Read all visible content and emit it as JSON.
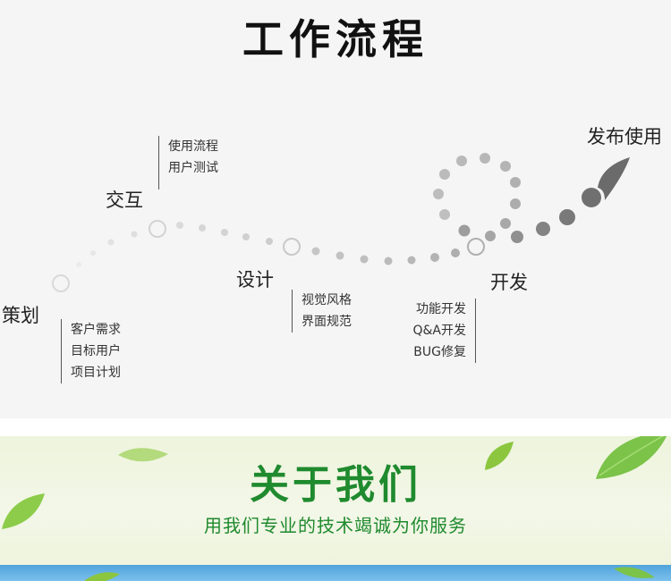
{
  "title": "工作流程",
  "stages": {
    "strategy": {
      "label": "策划",
      "items": [
        "客户需求",
        "目标用户",
        "项目计划"
      ]
    },
    "interaction": {
      "label": "交互",
      "items": [
        "使用流程",
        "用户测试"
      ]
    },
    "design": {
      "label": "设计",
      "items": [
        "视觉风格",
        "界面规范"
      ]
    },
    "development": {
      "label": "开发",
      "items": [
        "功能开发",
        "Q&A开发",
        "BUG修复"
      ]
    },
    "release": {
      "label": "发布使用"
    }
  },
  "about": {
    "title": "关于我们",
    "subtitle": "用我们专业的技术竭诚为你服务"
  },
  "colors": {
    "title": "#111111",
    "dots_light": "#e2e2e2",
    "dots_dark": "#6f6f6f",
    "about_green": "#1f8a2e",
    "leaf_green": "#7cc34a"
  }
}
